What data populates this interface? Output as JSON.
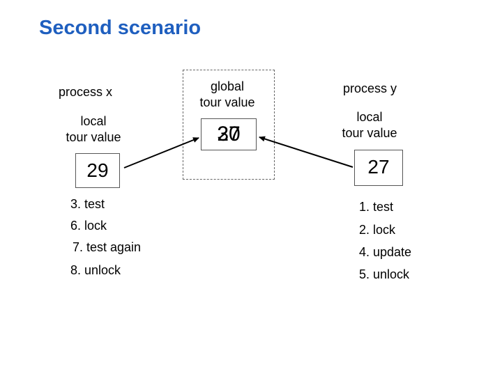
{
  "title": "Second scenario",
  "process_x": {
    "label": "process x",
    "local_label_line1": "local",
    "local_label_line2": "tour value",
    "value": "29",
    "steps": [
      "3. test",
      "6. lock",
      "7. test again",
      "8. unlock"
    ]
  },
  "global": {
    "label_line1": "global",
    "label_line2": "tour value",
    "value_old": "30",
    "value_new": "27"
  },
  "process_y": {
    "label": "process y",
    "local_label_line1": "local",
    "local_label_line2": "tour value",
    "value": "27",
    "steps": [
      "1. test",
      "2. lock",
      "4. update",
      "5. unlock"
    ]
  }
}
